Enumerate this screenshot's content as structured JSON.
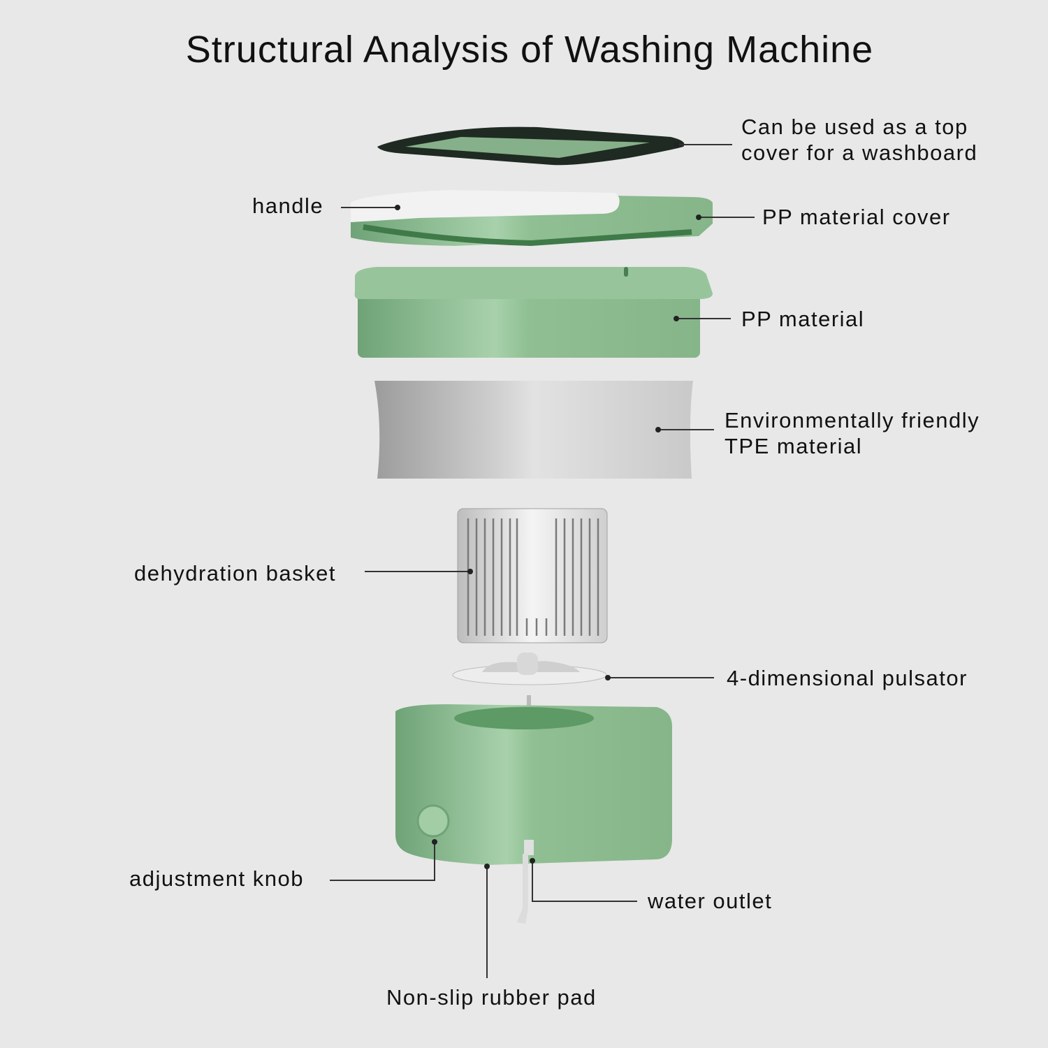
{
  "title": "Structural Analysis of Washing Machine",
  "colors": {
    "background": "#e8e8e8",
    "green_body": "#8bb98d",
    "green_dark": "#4f8a57",
    "white_part": "#f0f0f0",
    "gray_part": "#c4c4c4",
    "leader_line": "#333333"
  },
  "labels": {
    "top_cover_line1": "Can be used as a top",
    "top_cover_line2": "cover for a washboard",
    "handle": "handle",
    "pp_cover": "PP material cover",
    "pp_material": "PP material",
    "tpe_line1": "Environmentally friendly",
    "tpe_line2": "TPE material",
    "basket": "dehydration basket",
    "pulsator": "4-dimensional pulsator",
    "knob": "adjustment knob",
    "outlet": "water outlet",
    "pad": "Non-slip rubber pad"
  }
}
